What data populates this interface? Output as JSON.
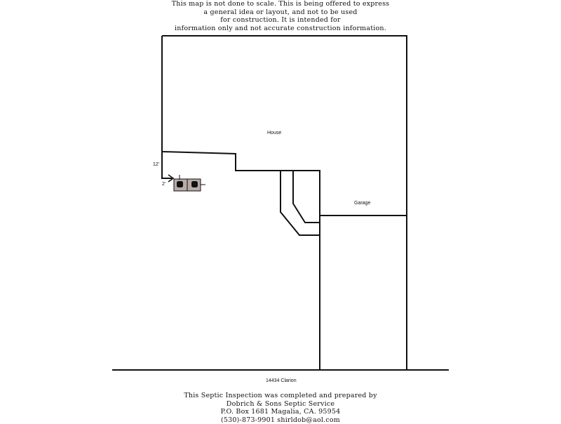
{
  "disclaimer": {
    "lines": [
      "This map is not done to scale. This is being offered to express",
      "a general idea or layout, and not to be used",
      "for construction. It is intended for",
      "information only and not accurate construction information."
    ]
  },
  "plan": {
    "house_label": "House",
    "garage_label": "Garage",
    "dimension_12": "12'",
    "dimension_2": "2'",
    "street_label": "14434 Clarion"
  },
  "footer": {
    "lines": [
      "This Septic Inspection was completed and prepared by",
      "Dobrich & Sons Septic Service",
      "P.O. Box 1681 Magalia, CA. 95954",
      "(530)-873-9901 shirldob@aol.com"
    ]
  },
  "colors": {
    "line": "#111111",
    "tank_fill": "#b9aca8"
  }
}
